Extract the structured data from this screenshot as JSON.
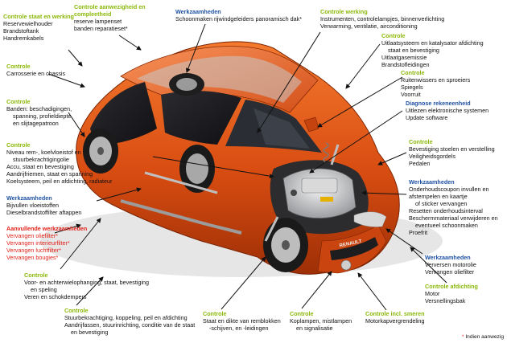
{
  "blocks": {
    "b1": {
      "heading": "Controle staat en werking",
      "lines": [
        "Reservewielhouder",
        "Brandstoftank",
        "Handremkabels"
      ]
    },
    "b2": {
      "heading": "Controle aanwezigheid en compleetheid",
      "lines": [
        "reserve lampenset",
        "banden reparatieset*"
      ]
    },
    "b3": {
      "heading": "Werkzaamheden",
      "lines": [
        "Schoonmaken rijwindgeleiders panoramisch dak*"
      ]
    },
    "b4": {
      "heading": "Controle werking",
      "lines": [
        "Instrumenten, controlelampjes, binnenverlichting",
        "Verwarming, ventilatie, airconditioning"
      ]
    },
    "b5": {
      "heading": "Controle",
      "lines": [
        "Uitlaatsysteem en katalysator afdichting",
        "staat en bevestiging",
        "Uitlaatgasemissie",
        "Brandstofleidingen"
      ]
    },
    "b6": {
      "heading": "Controle",
      "lines": [
        "Carrosserie en chassis"
      ]
    },
    "b7": {
      "heading": "Controle",
      "lines": [
        "Ruitenwissers en sproeiers",
        "Spiegels",
        "Voorruit"
      ]
    },
    "b8": {
      "heading": "Controle",
      "lines": [
        "Banden: beschadigingen,",
        "spanning, profieldiepte",
        "en slijtagepatroon"
      ]
    },
    "b9": {
      "heading": "Diagnose rekeneenheid",
      "lines": [
        "Uitlezen elektronische systemen",
        "Update software"
      ]
    },
    "b10": {
      "heading": "Controle",
      "lines": [
        "Niveau rem-, koelvloeistof  en",
        "stuurbekrachtigingolie",
        "Accu, staat en bevestiging",
        "Aandrijfriemen, staat en spanning",
        "Koelsysteem, peil en afdichting, radiateur"
      ]
    },
    "b11": {
      "heading": "Controle",
      "lines": [
        "Bevestiging stoelen en verstelling",
        "Veiligheidsgordels",
        "Pedalen"
      ]
    },
    "b12": {
      "heading": "Werkzaamheden",
      "lines": [
        "Bijvullen vloeistoffen",
        "Dieselbrandstoffilter aftappen"
      ]
    },
    "b13": {
      "heading": "Werkzaamheden",
      "lines": [
        "Onderhoudscoupon invullen en",
        "afstempelen en kaartje",
        "of sticker vervangen",
        "Resetten onderhoudsinterval",
        "Beschermmateriaal verwijderen en",
        "eventueel schoonmaken",
        "Proefrit"
      ]
    },
    "b14": {
      "heading": "Aanvullende werkzaamheden",
      "lines": [
        "Vervangen oliefilter*",
        "Vervangen interieurfilter*",
        "Vervangen luchtfilter*",
        "Vervangen bougies*"
      ]
    },
    "b15": {
      "heading": "Werkzaamheden",
      "lines": [
        "Verversen motorolie",
        "Vervangen oliefilter"
      ]
    },
    "b16": {
      "heading": "Controle",
      "lines": [
        "Voor- en achterwielophanging; staat, bevestiging",
        "en speling",
        "Veren en schokdempers"
      ]
    },
    "b17": {
      "heading": "Controle afdichting",
      "lines": [
        "Motor",
        "Versnellingsbak"
      ]
    },
    "b18": {
      "heading": "Controle",
      "lines": [
        "Stuurbekrachtiging, koppeling, peil en afdichting",
        "Aandrijfassen, stuurinrichting, conditie van de staat",
        "en bevestiging"
      ]
    },
    "b19": {
      "heading": "Controle",
      "lines": [
        "Staat en dikte van remblokken",
        "-schijven, en -leidingen"
      ]
    },
    "b20": {
      "heading": "Controle",
      "lines": [
        "Koplampen, mistlampen",
        "en signalisatie"
      ]
    },
    "b21": {
      "heading": "Controle incl. smeren",
      "lines": [
        "Motorkapvergrendeling"
      ]
    }
  },
  "footnote": {
    "star": "*",
    "text": "Indien aanwezig"
  },
  "car": {
    "brand": "RENAULT",
    "body_color": "#e0581b"
  }
}
